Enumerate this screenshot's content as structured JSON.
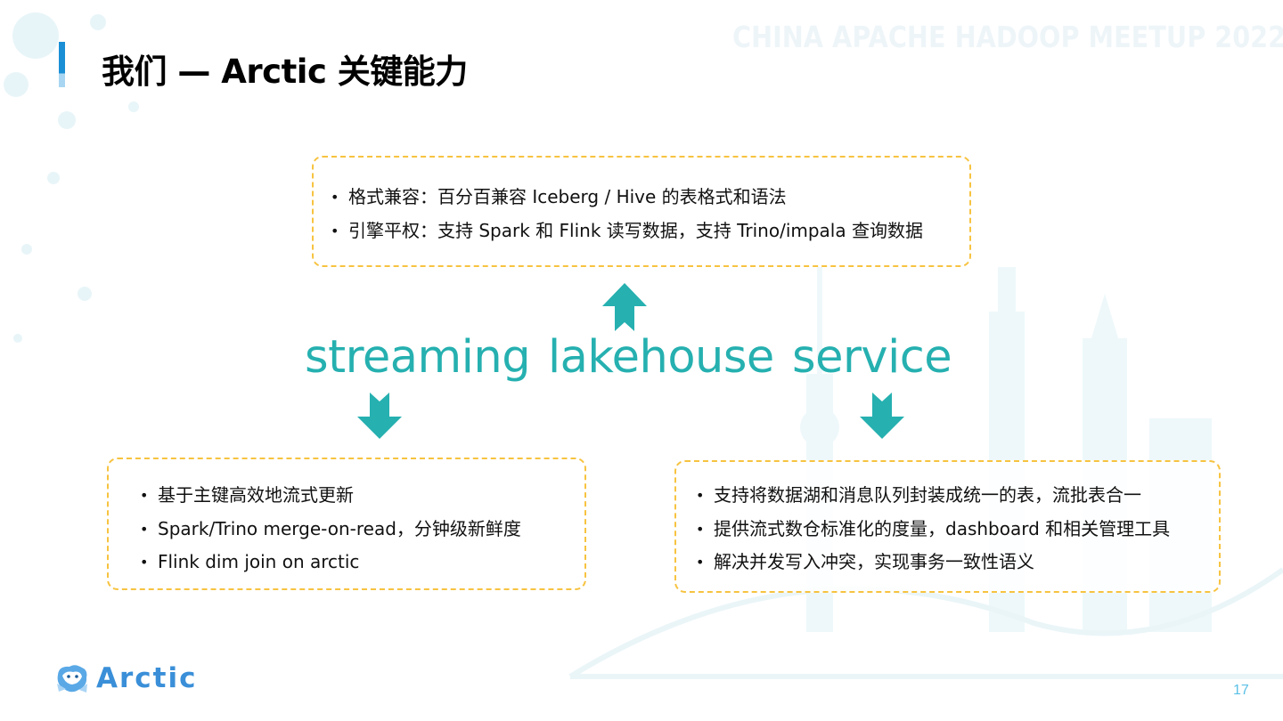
{
  "slide": {
    "title": "我们 — Arctic 关键能力",
    "watermark": "CHINA APACHE HADOOP MEETUP 2022",
    "page_number": "17"
  },
  "top_box": {
    "items": [
      "格式兼容：百分百兼容 Iceberg / Hive 的表格式和语法",
      "引擎平权：支持 Spark 和 Flink 读写数据，支持 Trino/impala 查询数据"
    ]
  },
  "keywords": {
    "streaming": "streaming",
    "lakehouse": "lakehouse",
    "service": "service"
  },
  "left_box": {
    "items": [
      "基于主键高效地流式更新",
      "Spark/Trino merge-on-read，分钟级新鲜度",
      "Flink dim join on arctic"
    ]
  },
  "right_box": {
    "items": [
      "支持将数据湖和消息队列封装成统一的表，流批表合一",
      "提供流式数仓标准化的度量，dashboard 和相关管理工具",
      "解决并发写入冲突，实现事务一致性语义"
    ]
  },
  "logo": {
    "text": "Arctic",
    "icon": "arctic-bear-logo-icon"
  },
  "colors": {
    "accent_teal": "#26b0b0",
    "box_border": "#f7c340",
    "title_bar": "#1a8fd6",
    "logo_blue": "#3a8fd8"
  }
}
